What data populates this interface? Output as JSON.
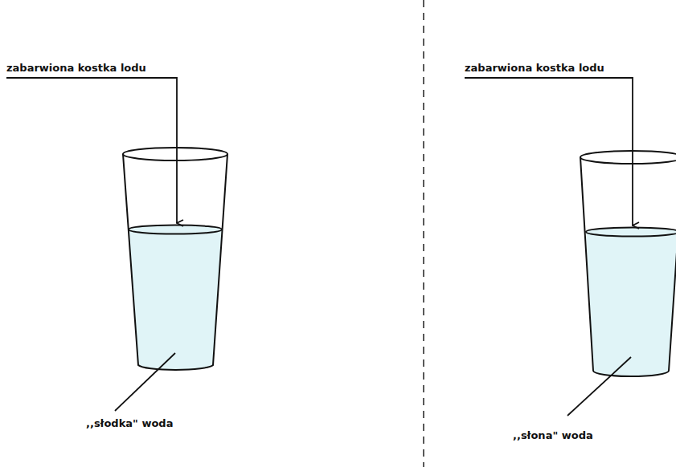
{
  "diagram": {
    "labels": [
      "zabarwiona kostka lodu",
      "zabarwiona kostka lodu",
      ",,słodka\" woda",
      ",,słona\" woda"
    ]
  }
}
